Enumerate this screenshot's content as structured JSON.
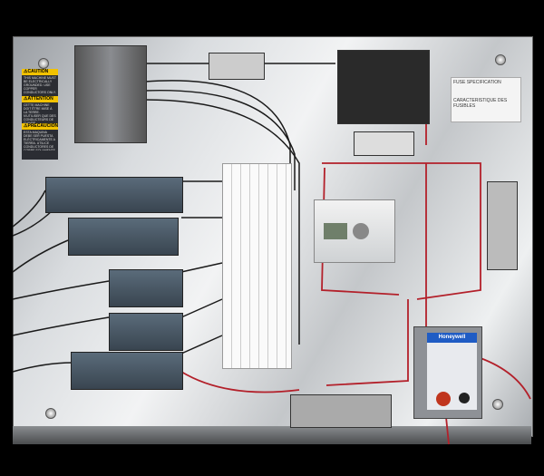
{
  "labels": {
    "caution": {
      "title": "⚠CAUTION",
      "body": "THIS MACHINE MUST BE ELECTRICALLY GROUNDED. USE COPPER CONDUCTORS ONLY."
    },
    "attention": {
      "title": "⚠ATTENTION",
      "body": "CETTE MACHINE DOIT ÊTRE MISE À LA TERRE. N'UTILISER QUE DES CONDUCTEURS DE CUIVRE."
    },
    "precaucion": {
      "title": "⚠PRECAUCION",
      "body": "ESTA MAQUINA DEBE SER PUESTA ELÉCTRICAMENTE A TIERRA. UTILICE CONDUCTORES DE COBRE SOLAMENTE."
    }
  },
  "fuse_spec": {
    "title": "FUSE SPECIFICATION",
    "title_fr": "CARACTERISTIQUE DES FUSIBLES"
  },
  "ignition_control": {
    "brand": "Honeywell"
  },
  "colors": {
    "wire_red": "#b3202a",
    "wire_black": "#1a1a1a",
    "honeywell_blue": "#1f5cc4",
    "warning_yellow": "#f2c200"
  }
}
